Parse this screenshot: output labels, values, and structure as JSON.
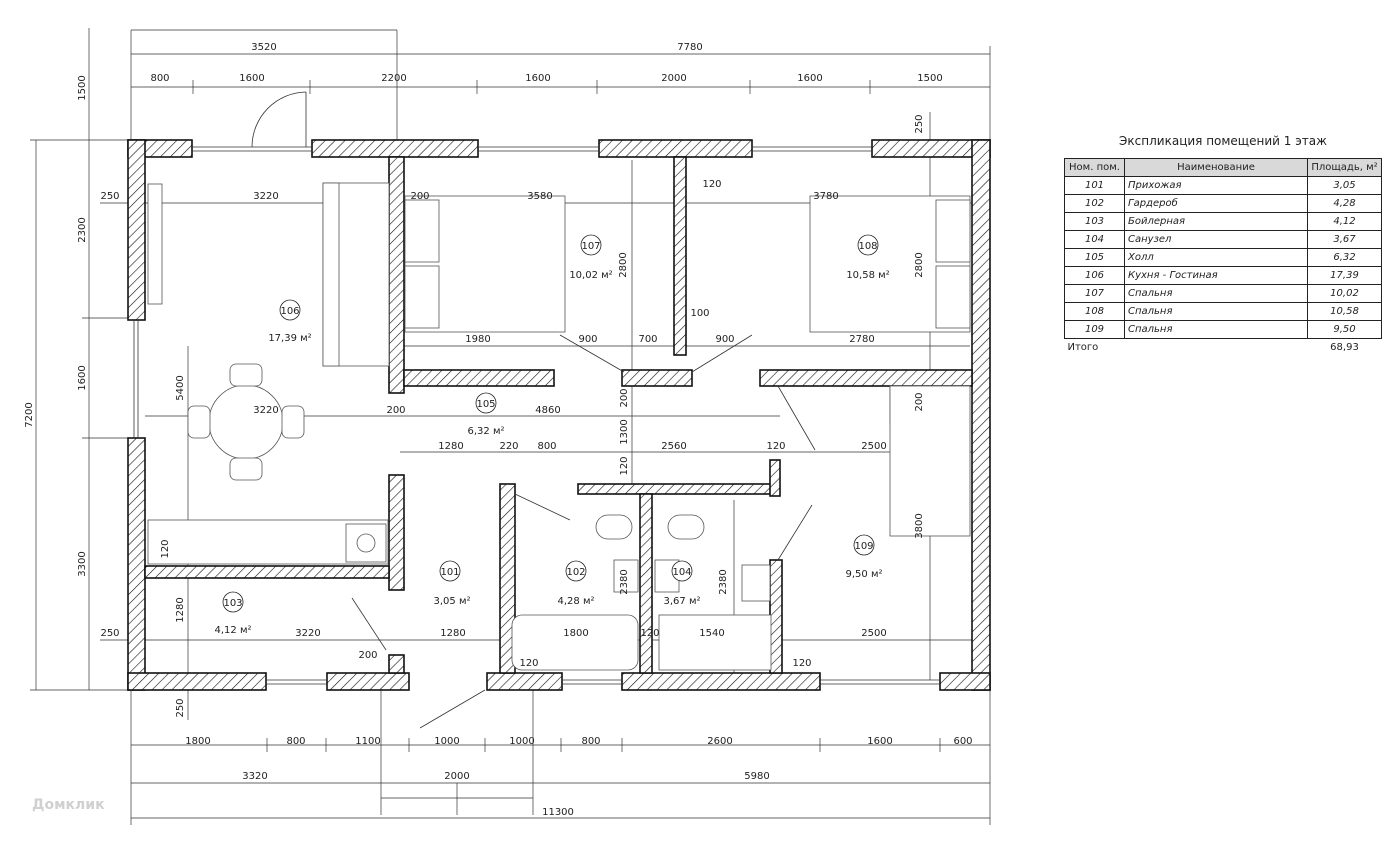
{
  "legend": {
    "title": "Экспликация помещений 1 этаж",
    "headers": [
      "Ном. пом.",
      "Наименование",
      "Площадь, м²"
    ],
    "rows": [
      {
        "num": "101",
        "name": "Прихожая",
        "area": "3,05"
      },
      {
        "num": "102",
        "name": "Гардероб",
        "area": "4,28"
      },
      {
        "num": "103",
        "name": "Бойлерная",
        "area": "4,12"
      },
      {
        "num": "104",
        "name": "Санузел",
        "area": "3,67"
      },
      {
        "num": "105",
        "name": "Холл",
        "area": "6,32"
      },
      {
        "num": "106",
        "name": "Кухня - Гостиная",
        "area": "17,39"
      },
      {
        "num": "107",
        "name": "Спальня",
        "area": "10,02"
      },
      {
        "num": "108",
        "name": "Спальня",
        "area": "10,58"
      },
      {
        "num": "109",
        "name": "Спальня",
        "area": "9,50"
      }
    ],
    "total_label": "Итого",
    "total_value": "68,93"
  },
  "rooms": [
    {
      "num": "101",
      "area": "3,05 м²"
    },
    {
      "num": "102",
      "area": "4,28 м²"
    },
    {
      "num": "103",
      "area": "4,12 м²"
    },
    {
      "num": "104",
      "area": "3,67 м²"
    },
    {
      "num": "105",
      "area": "6,32 м²"
    },
    {
      "num": "106",
      "area": "17,39 м²"
    },
    {
      "num": "107",
      "area": "10,02 м²"
    },
    {
      "num": "108",
      "area": "10,58 м²"
    },
    {
      "num": "109",
      "area": "9,50 м²"
    }
  ],
  "dims": {
    "top_overall": [
      "3520",
      "7780"
    ],
    "top_segments": [
      "800",
      "1600",
      "2200",
      "1600",
      "2000",
      "1600",
      "1500"
    ],
    "bottom_segments": [
      "1800",
      "800",
      "1100",
      "1000",
      "1000",
      "800",
      "2600",
      "1600",
      "600"
    ],
    "bottom_mid": [
      "3320",
      "2000",
      "5980"
    ],
    "bottom_overall": "11300",
    "left": [
      "1500",
      "2300",
      "1600",
      "3300",
      "7200"
    ],
    "inner": [
      "250",
      "3220",
      "200",
      "3580",
      "120",
      "3780",
      "250",
      "2800",
      "2800",
      "1980",
      "900",
      "700",
      "100",
      "900",
      "2780",
      "5400",
      "3220",
      "200",
      "4860",
      "200",
      "1300",
      "1280",
      "220",
      "800",
      "2560",
      "120",
      "2500",
      "120",
      "120",
      "3800",
      "200",
      "2380",
      "2380",
      "1280",
      "250",
      "3220",
      "1280",
      "1800",
      "120",
      "1540",
      "2500",
      "120",
      "200",
      "120",
      "250"
    ]
  },
  "watermark": "Домклик"
}
